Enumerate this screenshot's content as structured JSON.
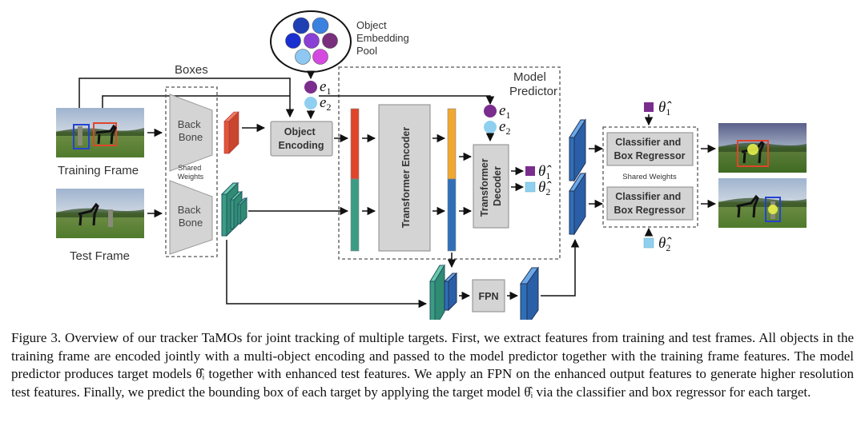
{
  "labels": {
    "object_embedding_pool": [
      "Object",
      "Embedding",
      "Pool"
    ],
    "boxes": "Boxes",
    "model_predictor": [
      "Model",
      "Predictor"
    ],
    "back_bone": [
      "Back",
      "Bone"
    ],
    "shared_weights_left": [
      "Shared",
      "Weights"
    ],
    "training_frame": "Training Frame",
    "test_frame": "Test Frame",
    "object_encoding": [
      "Object",
      "Encoding"
    ],
    "transformer_encoder": "Transformer Encoder",
    "transformer_decoder": [
      "Transformer",
      "Decoder"
    ],
    "fpn": "FPN",
    "classifier": [
      "Classifier and",
      "Box Regressor"
    ],
    "shared_weights_right": "Shared Weights",
    "e1": "e",
    "e1_sub": "1",
    "e2": "e",
    "e2_sub": "2",
    "theta1": "θ̂",
    "theta1_sub": "1",
    "theta2": "θ̂",
    "theta2_sub": "2"
  },
  "colors": {
    "embed_navy": "#1f3fb5",
    "embed_blue": "#3b7fe0",
    "embed_purple": "#7a2e9a",
    "embed_violet": "#8a3fd6",
    "embed_lightblue": "#8ec8f2",
    "embed_magenta": "#cc44dd",
    "train_feat": "#e3553b",
    "test_feat": "#3a9c83",
    "out_blue": "#2f6fb8",
    "enc_orange": "#f0a830",
    "theta1_color": "#7b2d8e",
    "theta2_color": "#8fd0f0",
    "box_fill": "#d4d4d4",
    "box_red": "#e0452a",
    "box_blue": "#2443d0"
  },
  "caption": "Figure 3. Overview of our tracker TaMOs for joint tracking of multiple targets. First, we extract features from training and test frames. All objects in the training frame are encoded jointly with a multi-object encoding and passed to the model predictor together with the training frame features. The model predictor produces target models θ̂ᵢ together with enhanced test features. We apply an FPN on the enhanced output features to generate higher resolution test features. Finally, we predict the bounding box of each target by applying the target model θ̂ᵢ via the classifier and box regressor for each target."
}
